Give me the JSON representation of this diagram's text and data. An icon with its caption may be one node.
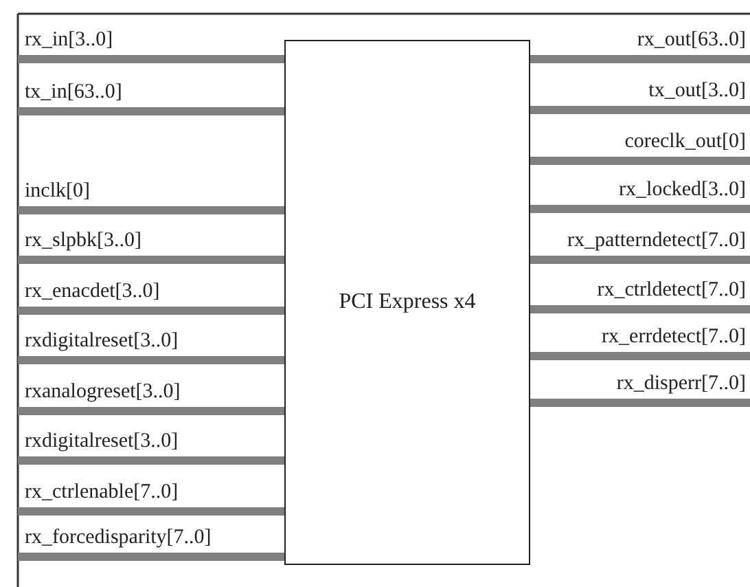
{
  "diagram": {
    "nodes": [
      {
        "text": [
          "PCI Express x4"
        ]
      }
    ],
    "labels": [
      "rx_in[3..0]",
      "tx_in[63..0]",
      "inclk[0]",
      "rx_slpbk[3..0]",
      "rx_enacdet[3..0]",
      "rxdigitalreset[3..0]",
      "rxanalogreset[3..0]",
      "rxdigitalreset[3..0]",
      "rx_ctrlenable[7..0]",
      "rx_forcedisparity[7..0]",
      "rx_out[63..0]",
      "tx_out[3..0]",
      "coreclk_out[0]",
      "rx_locked[3..0]",
      "rx_patterndetect[7..0]",
      "rx_ctrldetect[7..0]",
      "rx_errdetect[7..0]",
      "rx_disperr[7..0]"
    ]
  }
}
